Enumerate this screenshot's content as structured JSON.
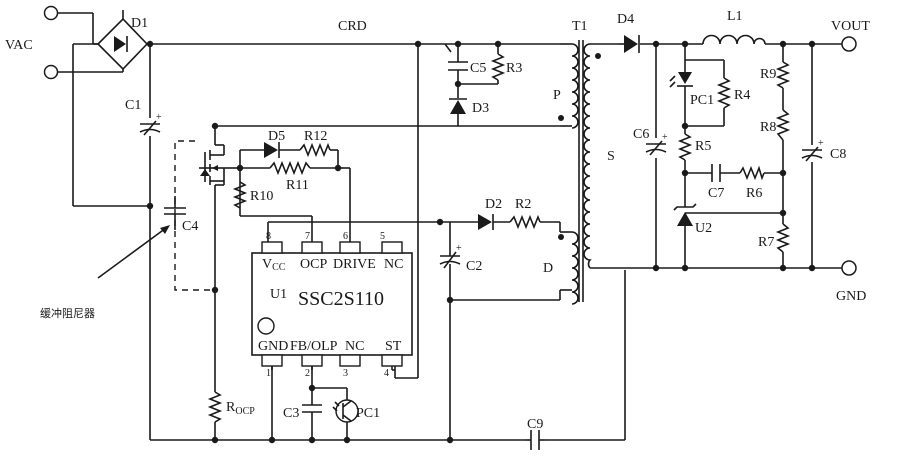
{
  "labels": {
    "VAC": "VAC",
    "D1": "D1",
    "CRD": "CRD",
    "T1": "T1",
    "D4": "D4",
    "L1": "L1",
    "VOUT": "VOUT",
    "C1": "C1",
    "C5": "C5",
    "R3": "R3",
    "D3": "D3",
    "P": "P",
    "PC1_top": "PC1",
    "R4": "R4",
    "R9": "R9",
    "R8": "R8",
    "C6": "C6",
    "S": "S",
    "R5": "R5",
    "C8": "C8",
    "D5": "D5",
    "R12": "R12",
    "R11": "R11",
    "R10": "R10",
    "C7": "C7",
    "R6": "R6",
    "C4": "C4",
    "D2": "D2",
    "R2": "R2",
    "U2": "U2",
    "R7": "R7",
    "C2": "C2",
    "D": "D",
    "GND_out": "GND",
    "U1": "U1",
    "chip": "SSC2S110",
    "snubber": "缓冲阻尼器",
    "C3": "C3",
    "PC1_bot": "PC1",
    "C9": "C9",
    "ROCP_main": "R",
    "ROCP_sub": "OCP"
  },
  "pins": {
    "p8": "8",
    "p7": "7",
    "p6": "6",
    "p5": "5",
    "p1": "1",
    "p2": "2",
    "p3": "3",
    "p4": "4",
    "vcc_main": "V",
    "vcc_sub": "CC",
    "ocp": "OCP",
    "drive": "DRIVE",
    "nc_top": "NC",
    "gnd": "GND",
    "fbolp": "FB/OLP",
    "nc_bot": "NC",
    "st": "ST"
  }
}
